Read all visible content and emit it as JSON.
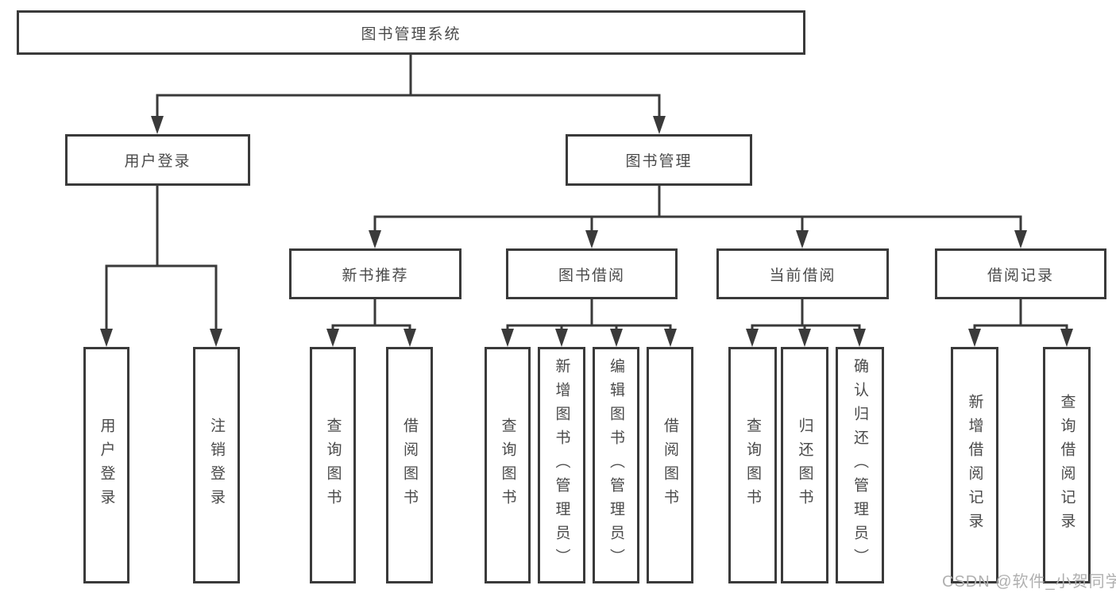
{
  "diagram": {
    "root": {
      "label": "图书管理系统"
    },
    "level1": [
      {
        "label": "用户登录"
      },
      {
        "label": "图书管理"
      }
    ],
    "level2": [
      {
        "label": "新书推荐"
      },
      {
        "label": "图书借阅"
      },
      {
        "label": "当前借阅"
      },
      {
        "label": "借阅记录"
      }
    ],
    "leaf_groups": [
      {
        "items": [
          "用户登录",
          "注销登录"
        ]
      },
      {
        "items": [
          "查询图书",
          "借阅图书"
        ]
      },
      {
        "items": [
          "查询图书",
          "新增图书（管理员）",
          "编辑图书（管理员）",
          "借阅图书"
        ]
      },
      {
        "items": [
          "查询图书",
          "归还图书",
          "确认归还（管理员）"
        ]
      },
      {
        "items": [
          "新增借阅记录",
          "查询借阅记录"
        ]
      }
    ]
  },
  "watermark": {
    "text": "CSDN @软件_小贺同学"
  },
  "colors": {
    "line": "#3a3a3a",
    "text": "#4a4a4a",
    "watermark": "#b0b0b0",
    "background": "#ffffff"
  }
}
